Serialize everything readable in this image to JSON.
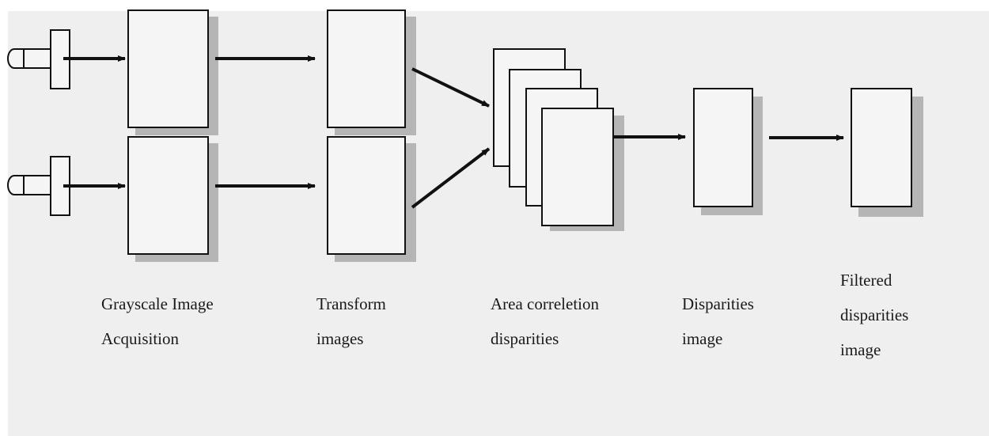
{
  "stages": [
    {
      "id": "acquisition",
      "lines": [
        "Grayscale Image",
        "Acquisition"
      ]
    },
    {
      "id": "transform",
      "lines": [
        "Transform",
        "images"
      ]
    },
    {
      "id": "correlation",
      "lines": [
        "Area correletion",
        "disparities"
      ]
    },
    {
      "id": "disparities",
      "lines": [
        "Disparities",
        "image"
      ]
    },
    {
      "id": "filtered",
      "lines": [
        "Filtered",
        "disparities",
        "image"
      ]
    }
  ],
  "cameras": [
    {
      "id": "left-camera"
    },
    {
      "id": "right-camera"
    }
  ],
  "colors": {
    "background": "#efefef",
    "stroke": "#111111",
    "shadow": "#b5b5b5"
  }
}
